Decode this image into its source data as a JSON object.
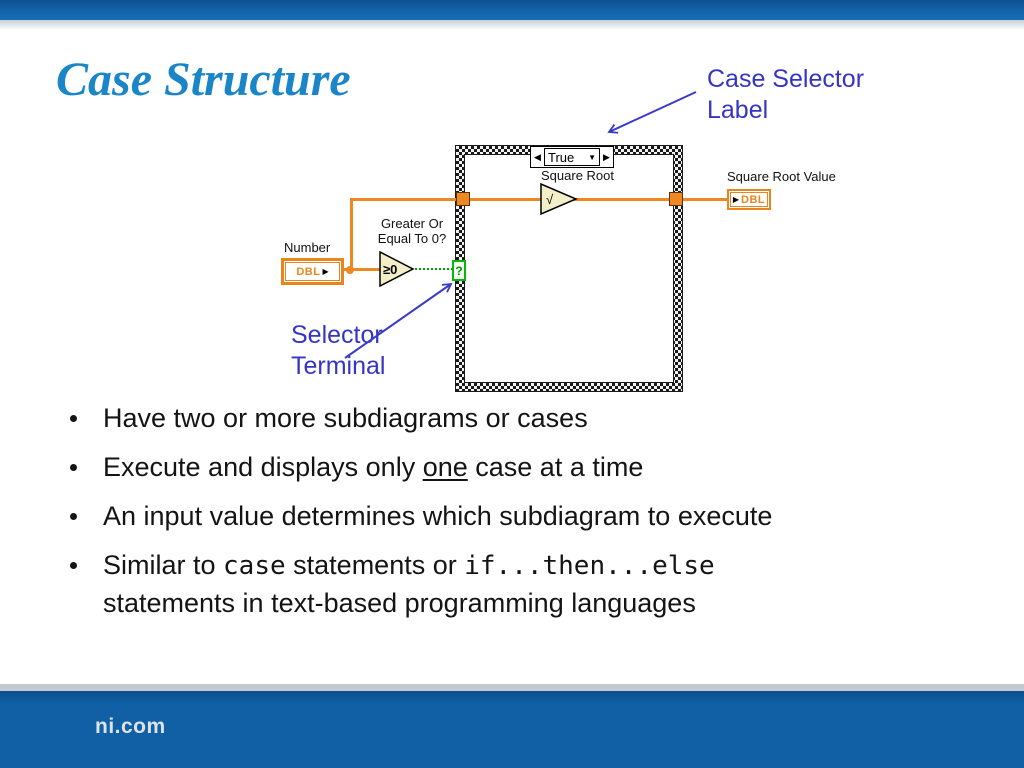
{
  "title": "Case Structure",
  "colors": {
    "header_blue": "#1263a9",
    "title_blue": "#1a86c8",
    "annotation_blue": "#3535c4",
    "wire_orange": "#ee8822",
    "boolean_green": "#00a000",
    "node_fill": "#f3eec6"
  },
  "annotations": {
    "case_selector": [
      "Case Selector",
      "Label"
    ],
    "selector_terminal": [
      "Selector",
      "Terminal"
    ]
  },
  "diagram": {
    "case_selector_value": "True",
    "selector_prev_glyph": "◀",
    "selector_next_glyph": "▶",
    "selector_dropdown_glyph": "▼",
    "square_root_label": "Square Root",
    "sqrt_glyph": "√",
    "square_root_value_label": "Square Root Value",
    "number_label": "Number",
    "comparator_label": [
      "Greater Or",
      "Equal To 0?"
    ],
    "comparator_glyph": "≥0",
    "dbl_label": "DBL",
    "terminal_arrow_glyph": "▶",
    "selector_terminal_glyph": "?"
  },
  "bullets": {
    "b1": "Have two or more subdiagrams or cases",
    "b2_pre": "Execute and displays only ",
    "b2_underlined": "one",
    "b2_post": " case at a time",
    "b3": "An input value determines which subdiagram to execute",
    "b4_pre": "Similar to ",
    "b4_code1": "case",
    "b4_mid": " statements or ",
    "b4_code2": "if...then...else",
    "b4_line2": "statements in text-based programming languages"
  },
  "footer": {
    "url": "ni.com"
  }
}
